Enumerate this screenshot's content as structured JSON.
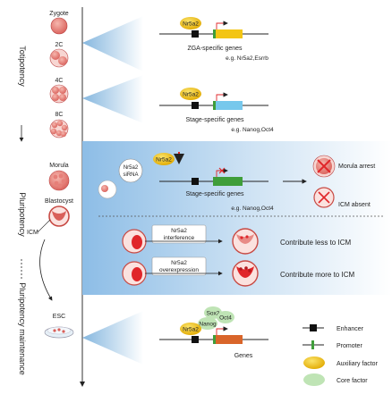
{
  "stages": {
    "zygote": "Zygote",
    "c2": "2C",
    "c4": "4C",
    "c8": "8C",
    "morula": "Morula",
    "blastocyst": "Blastocyst",
    "icm": "ICM",
    "esc": "ESC"
  },
  "phases": {
    "totipotency": "Totipotency",
    "pluripotency": "Pluripotency",
    "maintenance": "Pluripotency maintenance"
  },
  "panels": {
    "zga": {
      "factor": "Nr5a2",
      "title": "ZGA-specific genes",
      "examples": "e.g. Nr5a2,Esrrb"
    },
    "stage": {
      "factor": "Nr5a2",
      "title": "Stage-specific genes",
      "examples": "e.g. Nanog,Oct4"
    },
    "knockdown": {
      "sirna": [
        "Nr5a2",
        "siRNA"
      ],
      "factor": "Nr5a2",
      "title": "Stage-specific genes",
      "examples": "e.g. Nanog,Oct4",
      "outcome1": "Morula arrest",
      "outcome2": "ICM absent"
    },
    "interference": {
      "label": [
        "Nr5a2",
        "interference"
      ],
      "result": "Contribute less to ICM"
    },
    "overexpression": {
      "label": [
        "Nr5a2",
        "overexpression"
      ],
      "result": "Contribute more to ICM"
    },
    "esc": {
      "factor": "Nr5a2",
      "core1": "Sox2",
      "core2": "Oct4",
      "core3": "Nanog",
      "title": "Genes"
    }
  },
  "legend": {
    "enhancer": "Enhancer",
    "promoter": "Promoter",
    "auxiliary": "Auxiliary factor",
    "core": "Core factor"
  },
  "colors": {
    "yellow": "#F3C514",
    "green": "#3F9E3A",
    "orange": "#D9652A",
    "lightblue": "#77C8EC",
    "red": "#E0262A",
    "coreGreen": "#BFE4B5"
  }
}
